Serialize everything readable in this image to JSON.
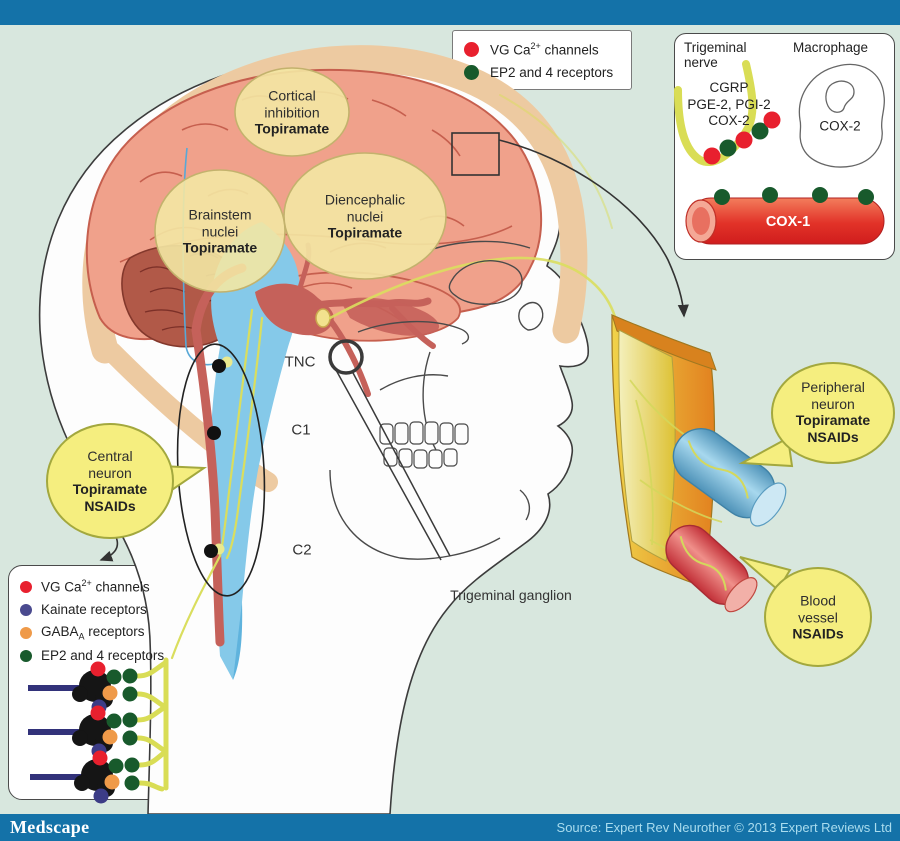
{
  "colors": {
    "top_bar_blue": "#1472a8",
    "background_green": "#d8e7de",
    "vg_ca_red": "#e8202e",
    "ep_receptor_green": "#185a2c",
    "kainate_purple": "#4a4a8f",
    "gaba_orange": "#ef9a49",
    "bubble_yellow": "#f5ee7f",
    "brain_callout_yellow": "#f3e7a3",
    "source_text_blue": "#a9dcee"
  },
  "legend_top": {
    "items": [
      {
        "pre": "VG Ca",
        "sup": "2+",
        "post": " channels"
      },
      {
        "label": "EP2 and 4 receptors"
      }
    ]
  },
  "inset": {
    "nerve_title_line1": "Trigeminal",
    "nerve_title_line2": "nerve",
    "macrophage_title": "Macrophage",
    "mediator_line1": "CGRP",
    "mediator_line2": "PGE-2, PGI-2",
    "mediator_line3": "COX-2",
    "macrophage_label": "COX-2",
    "vessel_label": "COX-1"
  },
  "brain_callouts": {
    "cortical": {
      "line1": "Cortical",
      "line2": "inhibition",
      "drug": "Topiramate"
    },
    "brainstem": {
      "line1": "Brainstem",
      "line2": "nuclei",
      "drug": "Topiramate"
    },
    "diencephalic": {
      "line1": "Diencephalic",
      "line2": "nuclei",
      "drug": "Topiramate"
    }
  },
  "anatomy": {
    "tnc": "TNC",
    "c1": "C1",
    "c2": "C2",
    "ganglion": "Trigeminal ganglion"
  },
  "bubbles": {
    "central": {
      "line1": "Central",
      "line2": "neuron",
      "drug1": "Topiramate",
      "drug2": "NSAIDs"
    },
    "peripheral": {
      "line1": "Peripheral",
      "line2": "neuron",
      "drug1": "Topiramate",
      "drug2": "NSAIDs"
    },
    "blood_vessel": {
      "line1": "Blood",
      "line2": "vessel",
      "drug1": "NSAIDs"
    }
  },
  "receptor_legend": {
    "items": [
      {
        "pre": "VG Ca",
        "sup": "2+",
        "post": " channels"
      },
      {
        "label": "Kainate receptors"
      },
      {
        "pre": "GABA",
        "sub": "A",
        "post": " receptors"
      },
      {
        "label": "EP2 and 4 receptors"
      }
    ]
  },
  "footer": {
    "brand": "Medscape",
    "source": "Source: Expert Rev Neurother © 2013 Expert Reviews Ltd"
  }
}
